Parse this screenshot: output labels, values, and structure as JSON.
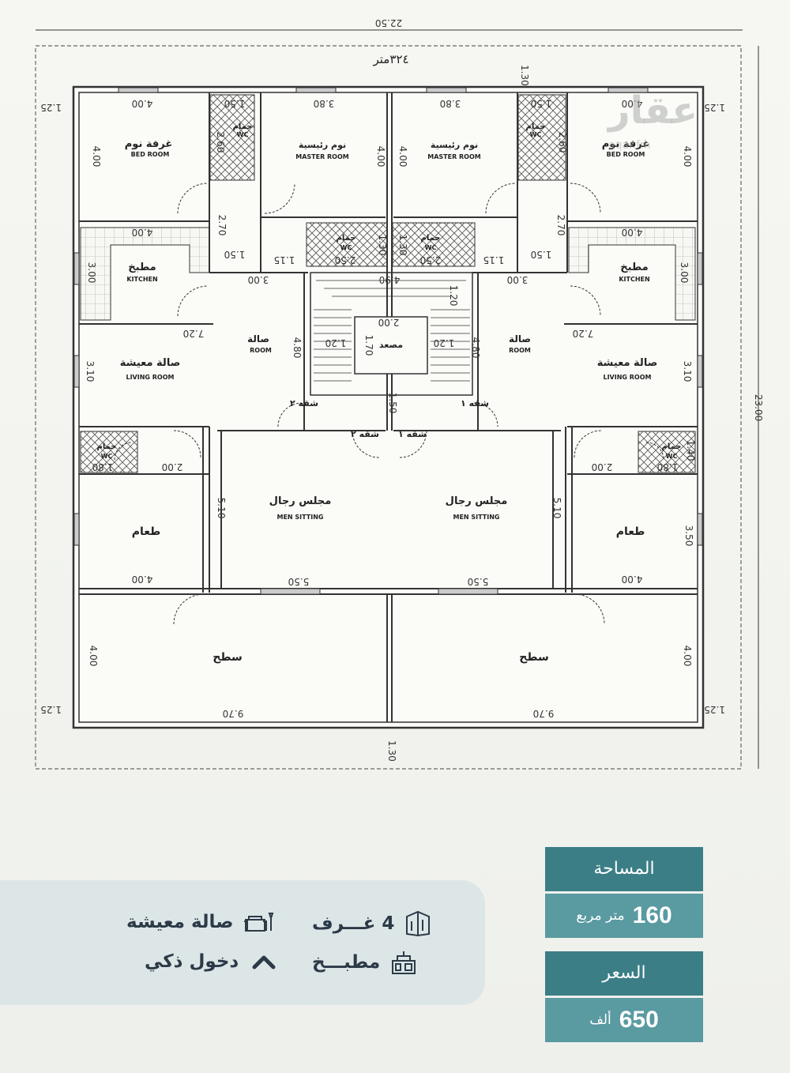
{
  "plan": {
    "width_dim": "22.50",
    "height_dim": "23.00",
    "area_label": "٣٢٤متر",
    "setback_top": "1.30",
    "setback_bottom": "1.30",
    "setback_side": "1.25",
    "rooms": {
      "bedroom_ar": "غرفة نوم",
      "bedroom_en": "BED ROOM",
      "master_ar": "نوم رئيسية",
      "master_en": "MASTER ROOM",
      "bath_ar": "حمام",
      "bath_en": "WC",
      "kitchen_ar": "مطبخ",
      "kitchen_en": "KITCHEN",
      "hall_ar": "صالة",
      "hall_en": "ROOM",
      "living_ar": "صالة معيشة",
      "living_en": "LIVING ROOM",
      "elevator_ar": "مصعد",
      "apt1": "شقه ١",
      "apt2": "شقه ٢",
      "majlis_ar": "مجلس رجال",
      "majlis_en": "MEN SITTING",
      "dining_ar": "طعام",
      "roof_ar": "سطح"
    },
    "dims": {
      "d400": "4.00",
      "d380": "3.80",
      "d150": "1.50",
      "d260": "2.60",
      "d270": "2.70",
      "d115": "1.15",
      "d250": "2.50",
      "d130": "1.30",
      "d300": "3.00",
      "d490": "4.90",
      "d120": "1.20",
      "d720": "7.20",
      "d200": "2.00",
      "d170": "1.70",
      "d480": "4.80",
      "d310": "3.10",
      "d180": "1.80",
      "d140": "1.40",
      "d510": "5.10",
      "d550": "5.50",
      "d350": "3.50",
      "d970": "9.70"
    }
  },
  "watermark": {
    "logo": "عقار",
    "site": "aqar.fm"
  },
  "features": {
    "rooms": "4 غـــرف",
    "living": "صالة معيشة",
    "kitchen": "مطبـــخ",
    "smart": "دخول ذكي"
  },
  "area_box": {
    "label": "المساحة",
    "value": "160",
    "unit": "متر مربع"
  },
  "price_box": {
    "label": "السعر",
    "value": "650",
    "unit": "ألف"
  },
  "colors": {
    "teal_dark": "#3b7e86",
    "teal_light": "#5a9aa1",
    "text_dark": "#2c3a48"
  }
}
